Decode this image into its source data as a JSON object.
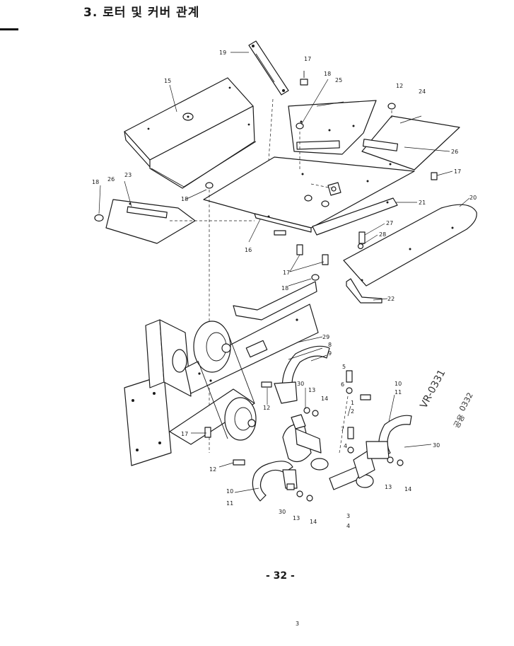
{
  "header": {
    "title": "3. 로터 및 커버 관계"
  },
  "footer": {
    "page_number": "- 32 -",
    "mark": "3"
  },
  "annotation": {
    "line1": "VR-0331",
    "line2": "0332",
    "line3": "공용"
  },
  "callouts": [
    {
      "id": "c19",
      "label": "19"
    },
    {
      "id": "c17a",
      "label": "17"
    },
    {
      "id": "c18a",
      "label": "18"
    },
    {
      "id": "c25",
      "label": "25"
    },
    {
      "id": "c12a",
      "label": "12"
    },
    {
      "id": "c24",
      "label": "24"
    },
    {
      "id": "c15",
      "label": "15"
    },
    {
      "id": "c26a",
      "label": "26"
    },
    {
      "id": "c17b",
      "label": "17"
    },
    {
      "id": "c18b",
      "label": "18"
    },
    {
      "id": "c26b",
      "label": "26"
    },
    {
      "id": "c23",
      "label": "23"
    },
    {
      "id": "c18c",
      "label": "18"
    },
    {
      "id": "c20",
      "label": "20"
    },
    {
      "id": "c21",
      "label": "21"
    },
    {
      "id": "c27",
      "label": "27"
    },
    {
      "id": "c28",
      "label": "28"
    },
    {
      "id": "c16",
      "label": "16"
    },
    {
      "id": "c17c",
      "label": "17"
    },
    {
      "id": "c18d",
      "label": "18"
    },
    {
      "id": "c22",
      "label": "22"
    },
    {
      "id": "c29",
      "label": "29"
    },
    {
      "id": "c8",
      "label": "8"
    },
    {
      "id": "c9",
      "label": "9"
    },
    {
      "id": "c5",
      "label": "5"
    },
    {
      "id": "c6",
      "label": "6"
    },
    {
      "id": "c30a",
      "label": "30"
    },
    {
      "id": "c13a",
      "label": "13"
    },
    {
      "id": "c14a",
      "label": "14"
    },
    {
      "id": "c12b",
      "label": "12"
    },
    {
      "id": "c1",
      "label": "1"
    },
    {
      "id": "c2",
      "label": "2"
    },
    {
      "id": "c10a",
      "label": "10"
    },
    {
      "id": "c11a",
      "label": "11"
    },
    {
      "id": "c7",
      "label": "7"
    },
    {
      "id": "c4a",
      "label": "4"
    },
    {
      "id": "c30b",
      "label": "30"
    },
    {
      "id": "c17d",
      "label": "17"
    },
    {
      "id": "c13b",
      "label": "13"
    },
    {
      "id": "c14b",
      "label": "14"
    },
    {
      "id": "c12c",
      "label": "12"
    },
    {
      "id": "c3",
      "label": "3"
    },
    {
      "id": "c4b",
      "label": "4"
    },
    {
      "id": "c10b",
      "label": "10"
    },
    {
      "id": "c11b",
      "label": "11"
    },
    {
      "id": "c30c",
      "label": "30"
    },
    {
      "id": "c13c",
      "label": "13"
    },
    {
      "id": "c14c",
      "label": "14"
    }
  ]
}
